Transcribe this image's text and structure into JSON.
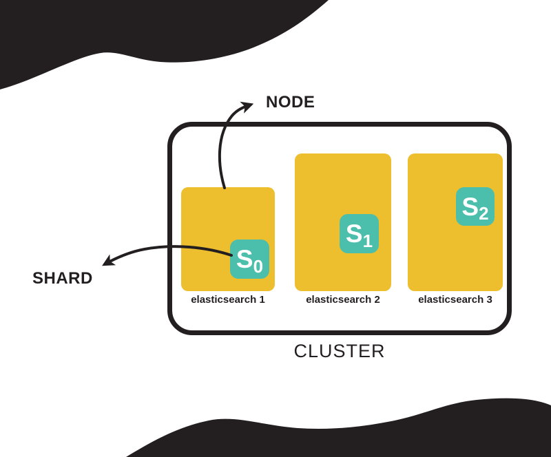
{
  "colors": {
    "ink": "#231F20",
    "node_fill": "#EDBE2E",
    "shard_fill": "#4BBFAB",
    "background": "#FFFFFF"
  },
  "labels": {
    "node": "NODE",
    "shard": "SHARD",
    "cluster": "CLUSTER"
  },
  "cluster": {
    "nodes": [
      {
        "name": "elasticsearch 1",
        "shard": {
          "letter": "S",
          "subscript": "0"
        }
      },
      {
        "name": "elasticsearch 2",
        "shard": {
          "letter": "S",
          "subscript": "1"
        }
      },
      {
        "name": "elasticsearch 3",
        "shard": {
          "letter": "S",
          "subscript": "2"
        }
      }
    ]
  }
}
